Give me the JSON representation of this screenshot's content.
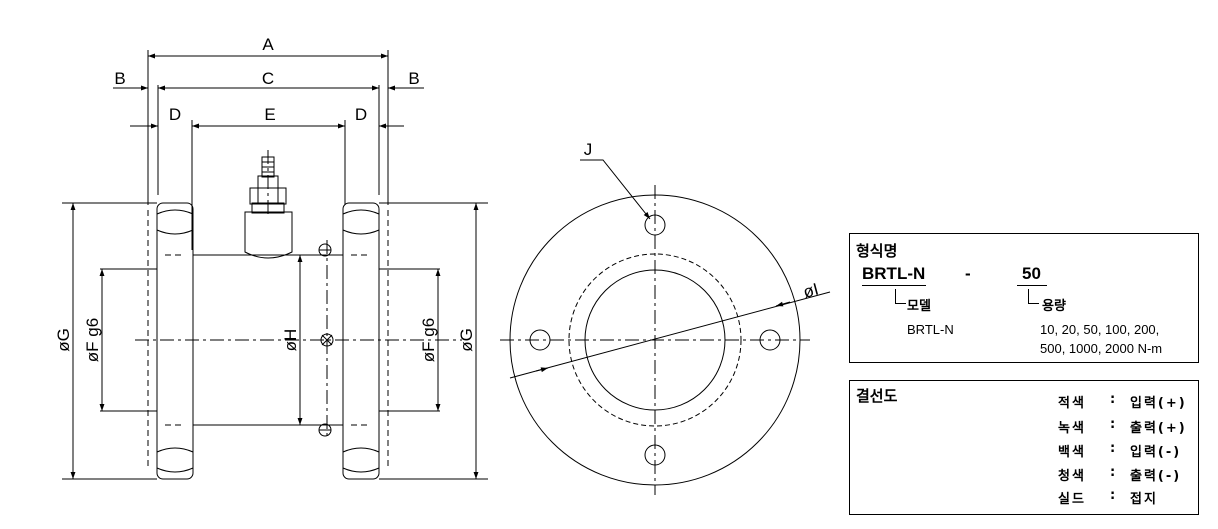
{
  "side_view": {
    "dim_A": "A",
    "dim_B_left": "B",
    "dim_C": "C",
    "dim_B_right": "B",
    "dim_D_left": "D",
    "dim_E": "E",
    "dim_D_right": "D",
    "dim_G_left": "øG",
    "dim_F_left": "øF g6",
    "dim_H": "øH",
    "dim_F_right": "øF g6",
    "dim_G_right": "øG"
  },
  "front_view": {
    "dim_J": "J",
    "dim_I": "øI"
  },
  "model_box": {
    "title": "형식명",
    "model_code": "BRTL-N",
    "separator": "-",
    "capacity_code": "50",
    "model_label": "모델",
    "capacity_label": "용량",
    "model_value": "BRTL-N",
    "capacity_values_line1": "10, 20, 50, 100, 200,",
    "capacity_values_line2": "500, 1000, 2000 N-m"
  },
  "wiring_box": {
    "title": "결선도",
    "wires": [
      {
        "color_name": "적색",
        "colon": ":",
        "function": "입력(+)"
      },
      {
        "color_name": "녹색",
        "colon": ":",
        "function": "출력(+)"
      },
      {
        "color_name": "백색",
        "colon": ":",
        "function": "입력(-)"
      },
      {
        "color_name": "청색",
        "colon": ":",
        "function": "출력(-)"
      },
      {
        "color_name": "실드",
        "colon": ":",
        "function": "접지"
      }
    ]
  }
}
